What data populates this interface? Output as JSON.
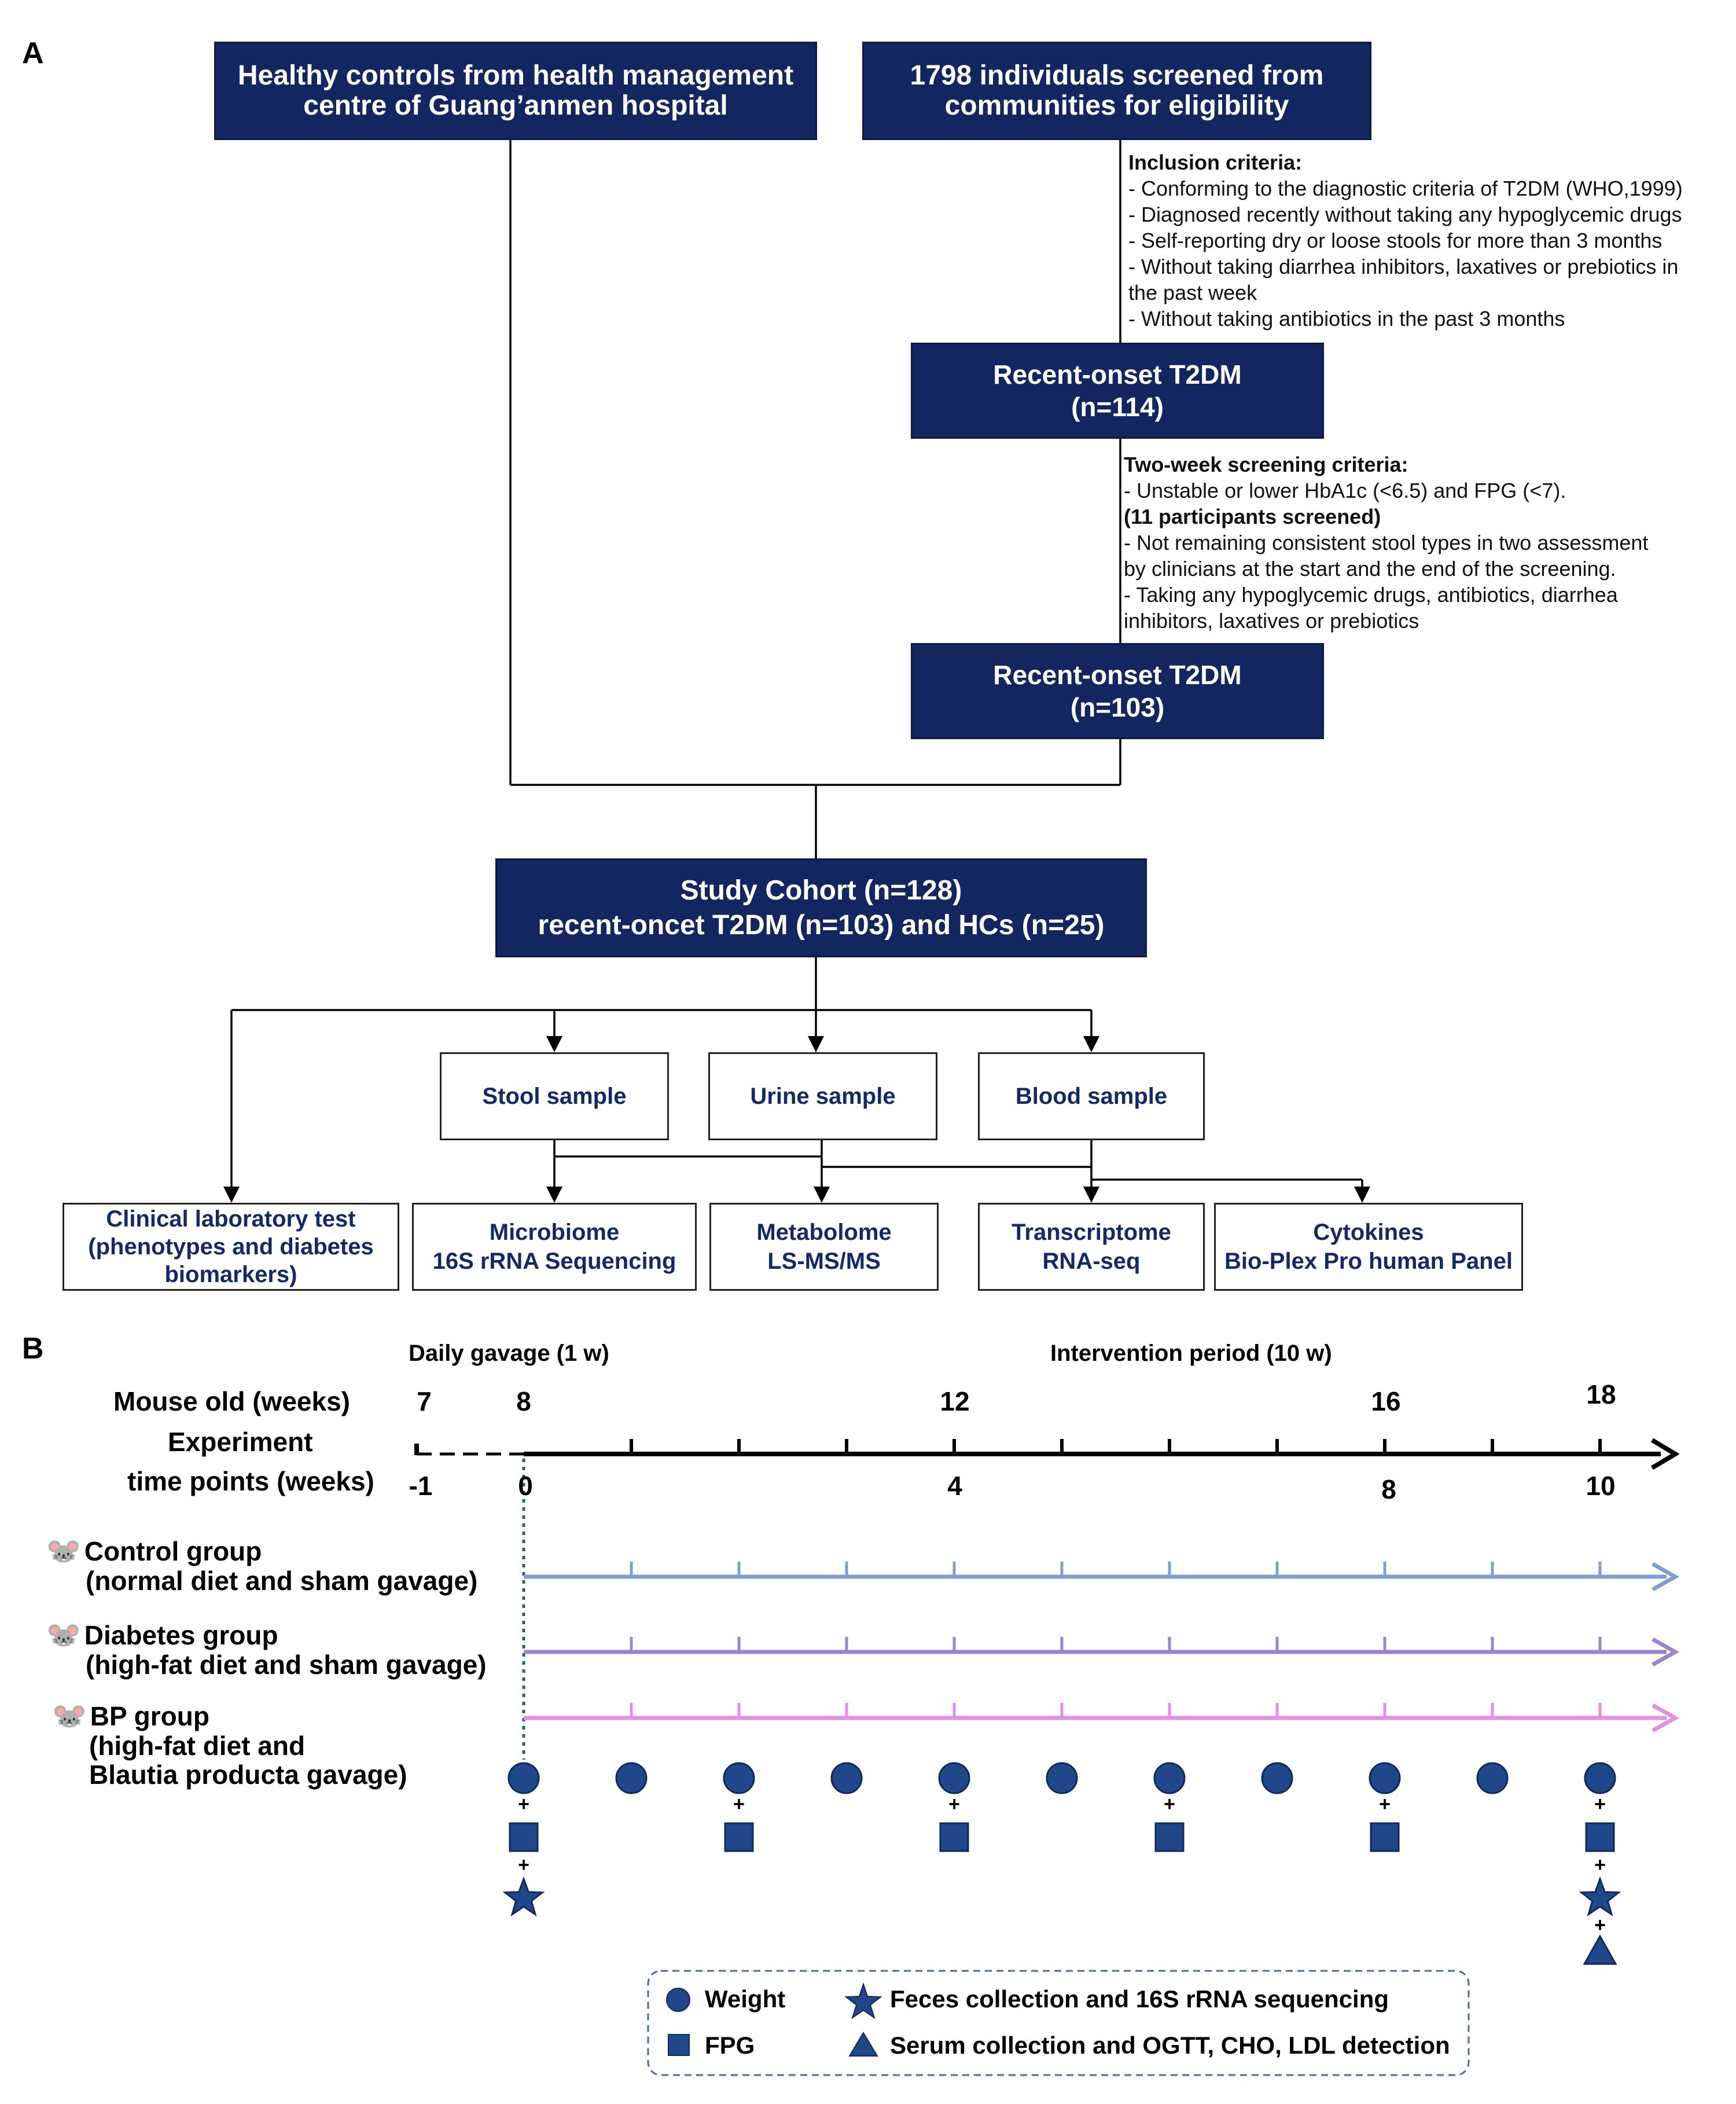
{
  "panel_a": {
    "letter": "A",
    "healthy_controls": {
      "line1": "Healthy controls from health management",
      "line2": "centre of Guang’anmen hospital"
    },
    "screened": {
      "line1": "1798 individuals screened from",
      "line2": "communities for eligibility"
    },
    "inclusion": {
      "title": "Inclusion criteria:",
      "lines": [
        "- Conforming to the diagnostic criteria of T2DM (WHO,1999)",
        "- Diagnosed recently without taking any hypoglycemic drugs",
        "- Self-reporting dry or loose stools for more than 3 months",
        "- Without taking diarrhea inhibitors, laxatives or prebiotics in",
        "the past week",
        "- Without taking antibiotics in the past 3 months"
      ]
    },
    "recent1": {
      "line1": "Recent-onset T2DM",
      "line2": "(n=114)"
    },
    "two_week": {
      "title": "Two-week screening criteria:",
      "line1": "- Unstable or lower HbA1c (<6.5) and FPG (<7).",
      "bold": "(11 participants screened)",
      "line3": "- Not remaining consistent stool types in two assessment",
      "line4": "by clinicians at the start and the end of the screening.",
      "line5": "- Taking any hypoglycemic drugs, antibiotics, diarrhea",
      "line6": "inhibitors, laxatives or prebiotics"
    },
    "recent2": {
      "line1": "Recent-onset T2DM",
      "line2": "(n=103)"
    },
    "cohort": {
      "line1": "Study Cohort (n=128)",
      "line2": "recent-oncet T2DM (n=103) and HCs (n=25)"
    },
    "samples": {
      "stool": "Stool sample",
      "urine": "Urine sample",
      "blood": "Blood sample"
    },
    "outputs": {
      "clinical": {
        "line1": "Clinical laboratory test",
        "line2": "(phenotypes and diabetes",
        "line3": "biomarkers)"
      },
      "microbiome": {
        "line1": "Microbiome",
        "line2": "16S rRNA Sequencing"
      },
      "metabolome": {
        "line1": "Metabolome",
        "line2": "LS-MS/MS"
      },
      "transcriptome": {
        "line1": "Transcriptome",
        "line2": "RNA-seq"
      },
      "cytokines": {
        "line1": "Cytokines",
        "line2": "Bio-Plex Pro human Panel"
      }
    }
  },
  "panel_b": {
    "letter": "B",
    "daily_gavage": "Daily gavage (1 w)",
    "intervention": "Intervention period (10 w)",
    "mouse_old": "Mouse old (weeks)",
    "experiment_l1": "Experiment",
    "experiment_l2": "time points (weeks)",
    "age_ticks": [
      "7",
      "8",
      "12",
      "16",
      "18"
    ],
    "time_ticks": [
      "-1",
      "0",
      "4",
      "8",
      "10"
    ],
    "mouse_icon": "🐭",
    "groups": [
      {
        "l1": "Control group",
        "l2": "(normal diet and sham gavage)",
        "color": "#7f9fd0"
      },
      {
        "l1": "Diabetes group",
        "l2": "(high-fat diet and sham gavage)",
        "color": "#9b84cc"
      },
      {
        "l1": "BP group",
        "l2": "(high-fat diet and",
        "l3": "Blautia producta gavage)",
        "color": "#e58ee4"
      }
    ],
    "marker_color": "#1f4789",
    "plus": "+",
    "schedule": {
      "weight_weeks": [
        0,
        1,
        2,
        3,
        4,
        5,
        6,
        7,
        8,
        9,
        10
      ],
      "fpg_weeks": [
        0,
        2,
        4,
        6,
        8,
        10
      ],
      "feces_weeks": [
        0,
        10
      ],
      "serum_weeks": [
        10
      ]
    },
    "legend": {
      "weight": "Weight",
      "fpg": "FPG",
      "feces": "Feces collection and 16S rRNA sequencing",
      "serum": "Serum collection and OGTT, CHO, LDL detection"
    }
  }
}
